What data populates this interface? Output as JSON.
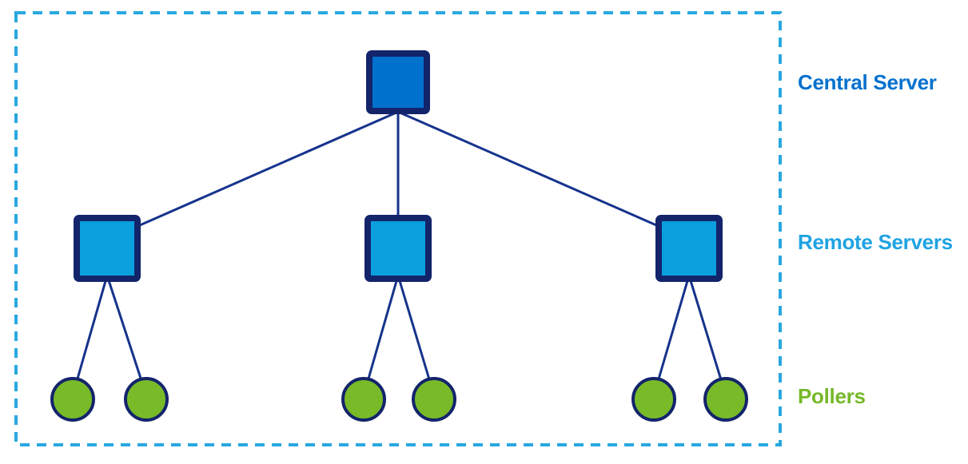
{
  "diagram": {
    "labels": {
      "central": "Central Server",
      "remote": "Remote Servers",
      "pollers": "Pollers"
    },
    "colors": {
      "central_fill": "#0171CE",
      "central_label": "#0571CE",
      "remote_fill": "#0AA0DD",
      "remote_label": "#1FA3E2",
      "poller_fill": "#79BA28",
      "poller_label": "#76B82A",
      "node_stroke": "#13246B",
      "line": "#16338C",
      "boundary": "#29A8E0"
    },
    "nodes": {
      "central_servers": 1,
      "remote_servers": 3,
      "pollers": 6
    }
  }
}
